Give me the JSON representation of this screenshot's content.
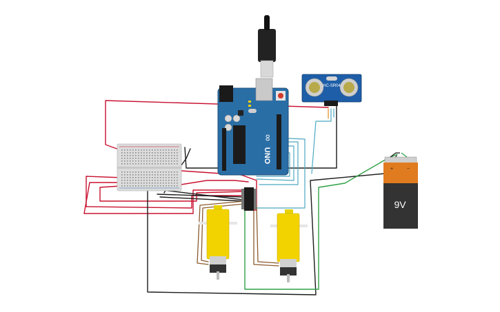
{
  "battery": {
    "label": "9V",
    "plus": "+",
    "minus": "−"
  },
  "arduino": {
    "brand": "UNO",
    "logo": "∞"
  },
  "sensor": {
    "label": "HC-SR04"
  },
  "colors": {
    "board_blue": "#2a6ea6",
    "board_blue_dark": "#1d4f7a",
    "wire_red": "#c8102e",
    "wire_black": "#1b1b1b",
    "wire_teal": "#4aa8c0",
    "wire_green": "#2ea043",
    "wire_brown": "#8a5a2b",
    "motor_yellow": "#f2d300",
    "battery_orange": "#e07b1f",
    "battery_body": "#333333",
    "breadboard": "#dcdcdc"
  }
}
